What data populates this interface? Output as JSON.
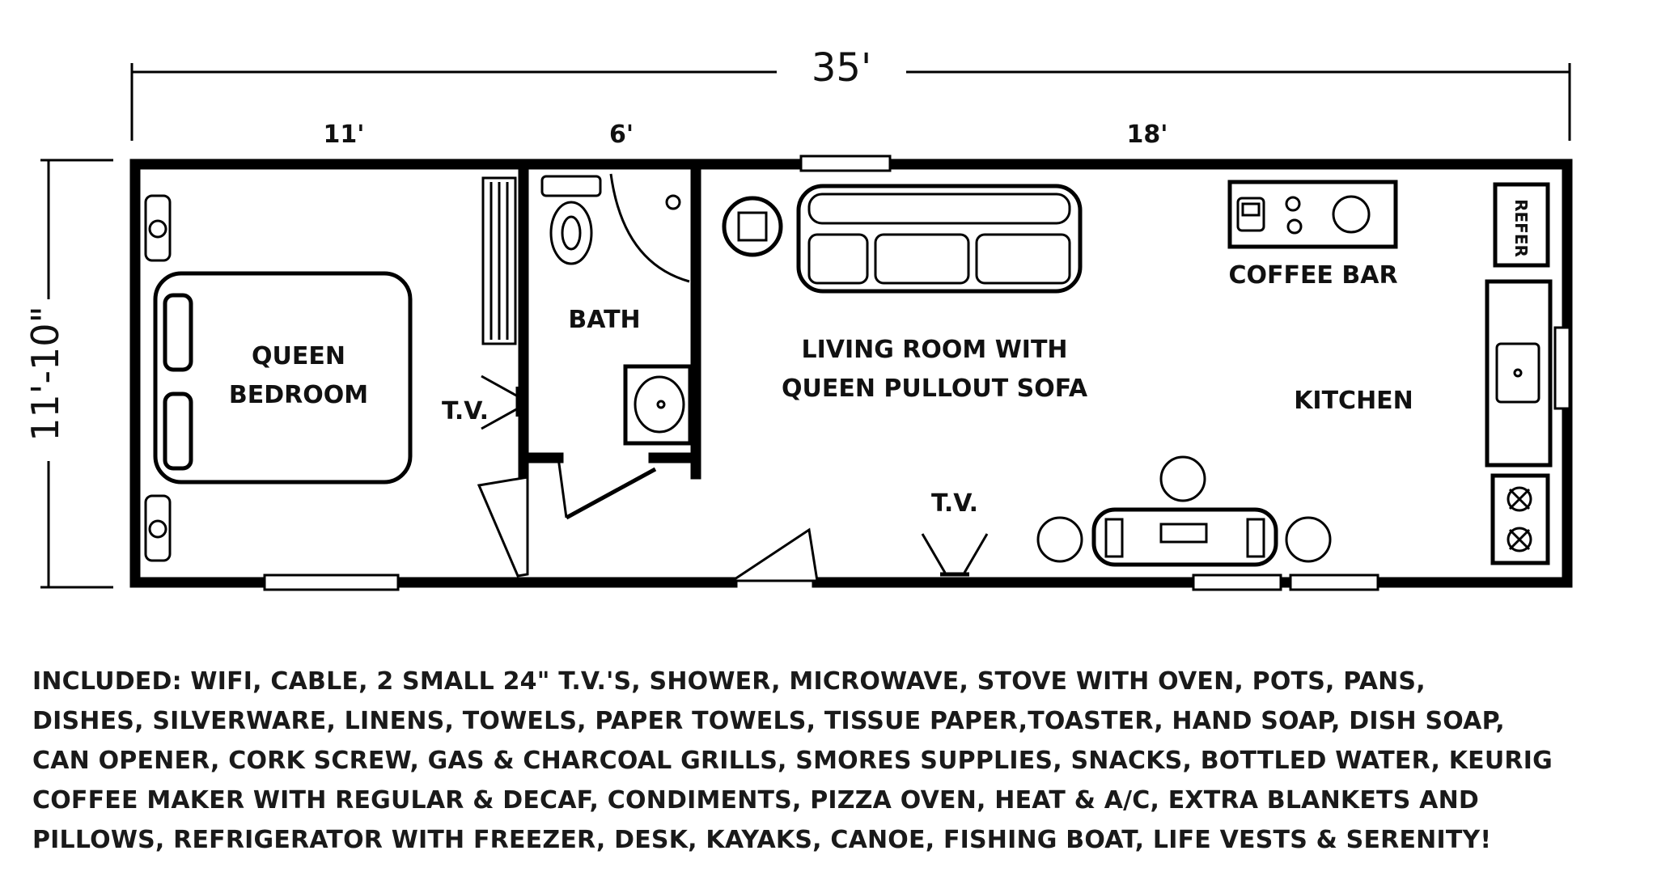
{
  "dimensions": {
    "overall_length": "35'",
    "bedroom_width": "11'",
    "bath_width": "6'",
    "living_width": "18'",
    "overall_depth": "11'-10\""
  },
  "rooms": {
    "bedroom": [
      "QUEEN",
      "BEDROOM"
    ],
    "bath": "BATH",
    "living": [
      "LIVING ROOM WITH",
      "QUEEN PULLOUT SOFA"
    ],
    "kitchen": "KITCHEN",
    "coffee_bar": "COFFEE BAR"
  },
  "fixtures": {
    "tv": "T.V.",
    "refer": "REFER"
  },
  "amenities": [
    "INCLUDED: WIFI, CABLE, 2 SMALL 24\" T.V.'S, SHOWER, MICROWAVE, STOVE WITH OVEN, POTS, PANS,",
    "DISHES, SILVERWARE, LINENS, TOWELS, PAPER TOWELS, TISSUE PAPER,TOASTER, HAND SOAP, DISH SOAP,",
    "CAN OPENER, CORK SCREW, GAS & CHARCOAL GRILLS, SMORES SUPPLIES, SNACKS, BOTTLED WATER, KEURIG",
    "COFFEE MAKER WITH REGULAR & DECAF, CONDIMENTS, PIZZA OVEN, HEAT & A/C, EXTRA BLANKETS AND",
    "PILLOWS, REFRIGERATOR WITH FREEZER, DESK, KAYAKS, CANOE, FISHING BOAT, LIFE VESTS & SERENITY!"
  ]
}
